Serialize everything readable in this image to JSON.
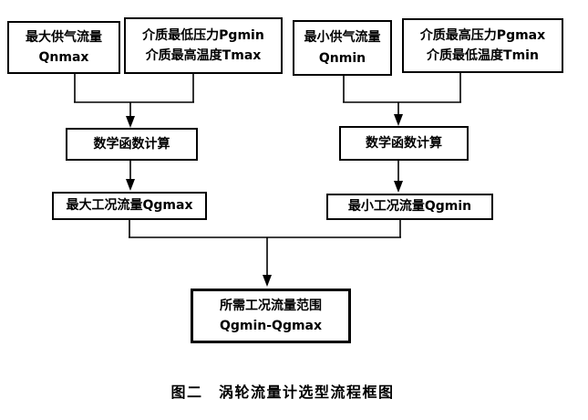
{
  "diagram": {
    "title": "涡轮流量计选型流程框图",
    "boxes": {
      "qnmax": {
        "line1": "最大供气流量",
        "line2": "Qnmax"
      },
      "pgmin_tmax": {
        "line1": "介质最低压力Pgmin",
        "line2": "介质最高温度Tmax"
      },
      "qnmin": {
        "line1": "最小供气流量",
        "line2": "Qnmin"
      },
      "pgmax_tmin": {
        "line1": "介质最高压力Pgmax",
        "line2": "介质最低温度Tmin"
      },
      "calc_left": {
        "label": "数学函数计算"
      },
      "calc_right": {
        "label": "数学函数计算"
      },
      "qgmax": {
        "label": "最大工况流量Qgmax"
      },
      "qgmin": {
        "label": "最小工况流量Qgmin"
      },
      "result": {
        "line1": "所需工况流量范围",
        "line2": "Qgmin-Qgmax"
      }
    },
    "caption": "图二　涡轮流量计选型流程框图",
    "colors": {
      "line": "#000000",
      "text": "#000000",
      "background": "#ffffff"
    }
  }
}
